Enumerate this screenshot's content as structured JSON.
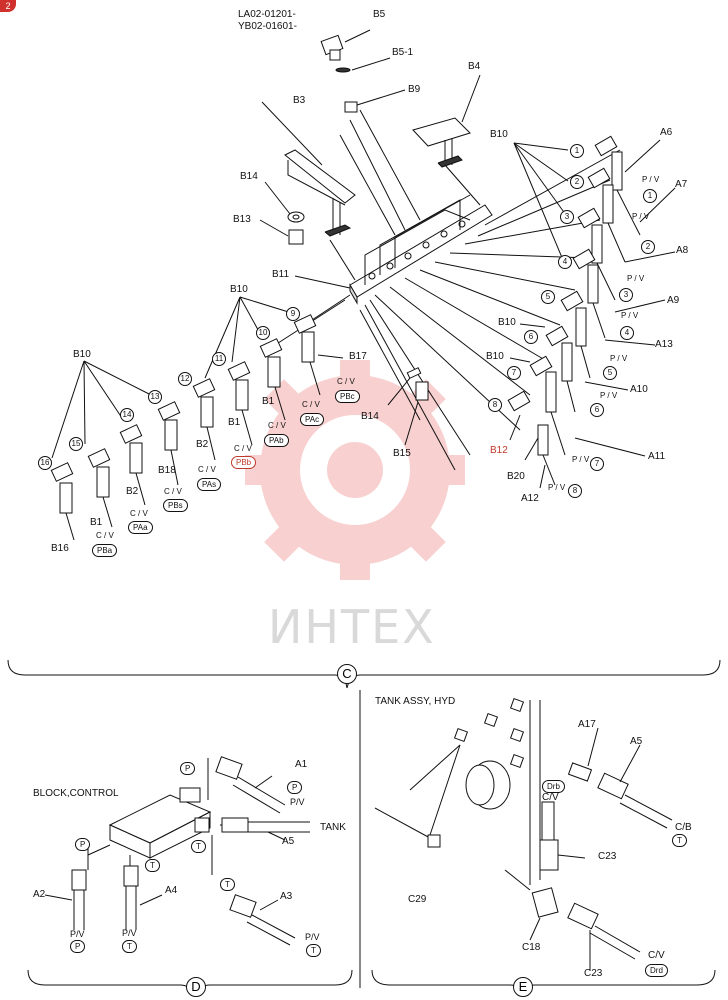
{
  "header": {
    "serial_1": "LA02-01201-",
    "serial_2": "YB02-01601-",
    "corner_badge": "2"
  },
  "watermark": {
    "text": "ИНТЕХ",
    "color": "#e03030"
  },
  "sections": {
    "C": "C",
    "D": "D",
    "E": "E"
  },
  "section_c": {
    "labels": {
      "B5": "B5",
      "B5_1": "B5-1",
      "B4": "B4",
      "B9": "B9",
      "B3": "B3",
      "B14_top": "B14",
      "B13": "B13",
      "B11": "B11",
      "B10_right": "B10",
      "B10_left": "B10",
      "B10_far_left": "B10",
      "B10_mid1": "B10",
      "B10_mid2": "B10",
      "A6": "A6",
      "A7": "A7",
      "A8": "A8",
      "A9": "A9",
      "A13": "A13",
      "A10": "A10",
      "A11": "A11",
      "A12": "A12",
      "B17": "B17",
      "B14_mid": "B14",
      "B15": "B15",
      "B12": "B12",
      "B20": "B20",
      "B16": "B16",
      "B1_a": "B1",
      "B2_a": "B2",
      "B18": "B18",
      "B2_b": "B2",
      "B1_b": "B1",
      "B1_c": "B1"
    },
    "pv_labels": [
      "P / V",
      "P / V",
      "P / V",
      "P / V",
      "P / V",
      "P / V",
      "P / V",
      "P / V"
    ],
    "cv_labels": [
      "C / V",
      "C / V",
      "C / V",
      "C / V",
      "C / V",
      "C / V"
    ],
    "port_ovals": [
      "PBa",
      "PAa",
      "PBs",
      "PAs",
      "PBb",
      "PAb",
      "PAc",
      "PBc"
    ],
    "circle_numbers_right": [
      "1",
      "2",
      "3",
      "4",
      "5",
      "6",
      "7",
      "8"
    ],
    "circle_numbers_left": [
      "9",
      "10",
      "11",
      "12",
      "13",
      "14",
      "15",
      "16"
    ]
  },
  "section_d": {
    "title": "BLOCK,CONTROL",
    "labels": {
      "A1": "A1",
      "A5": "A5",
      "TANK": "TANK",
      "A3": "A3",
      "A2": "A2",
      "A4": "A4"
    },
    "pv_labels": [
      "P/V",
      "P/V",
      "P/V",
      "P/V"
    ],
    "ovals": [
      "P",
      "P",
      "T",
      "P",
      "T",
      "T",
      "P",
      "T",
      "T"
    ]
  },
  "section_e": {
    "title": "TANK ASSY, HYD",
    "labels": {
      "A17": "A17",
      "A5": "A5",
      "C_B": "C/B",
      "C_V": "C/V",
      "C23_a": "C23",
      "C29": "C29",
      "C18": "C18",
      "C23_b": "C23",
      "C_V_b": "C/V"
    },
    "ovals": [
      "Drb",
      "T",
      "Drd"
    ]
  }
}
